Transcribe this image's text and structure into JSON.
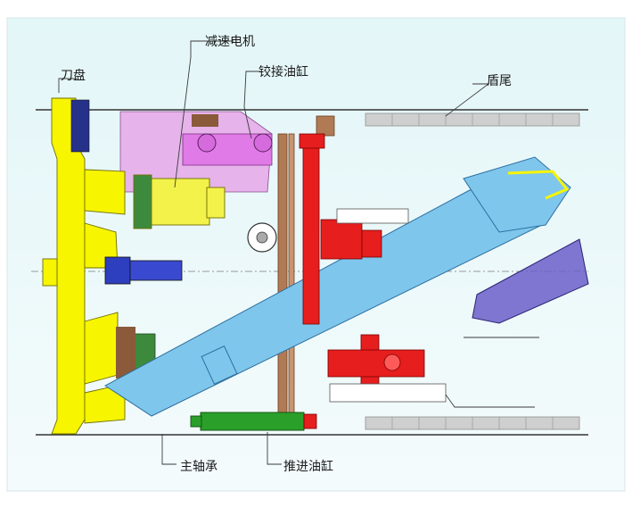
{
  "labels": {
    "cutterhead": "刀盘",
    "reducer_motor": "减速电机",
    "hinge_cylinder": "铰接油缸",
    "shield_tail": "盾尾",
    "main_bearing": "主轴承",
    "thrust_cylinder": "推进油缸"
  },
  "colors": {
    "frame_bg_top": "#e3f6f8",
    "frame_bg_bottom": "#f4fbfc",
    "cutterhead": "#f7f500",
    "reducer_motor": "#f2f24a",
    "hinge": "#e07ae6",
    "hinge_light": "#e6b3ea",
    "thrust_green": "#2aa02a",
    "red_components": "#e61e1e",
    "screw_conveyor": "#7fc6ec",
    "blue_motor": "#2d3fbe",
    "purple_arm": "#6b5fc9",
    "brown_structure": "#8a5a3a",
    "tail_gray": "#cfcfcf"
  }
}
